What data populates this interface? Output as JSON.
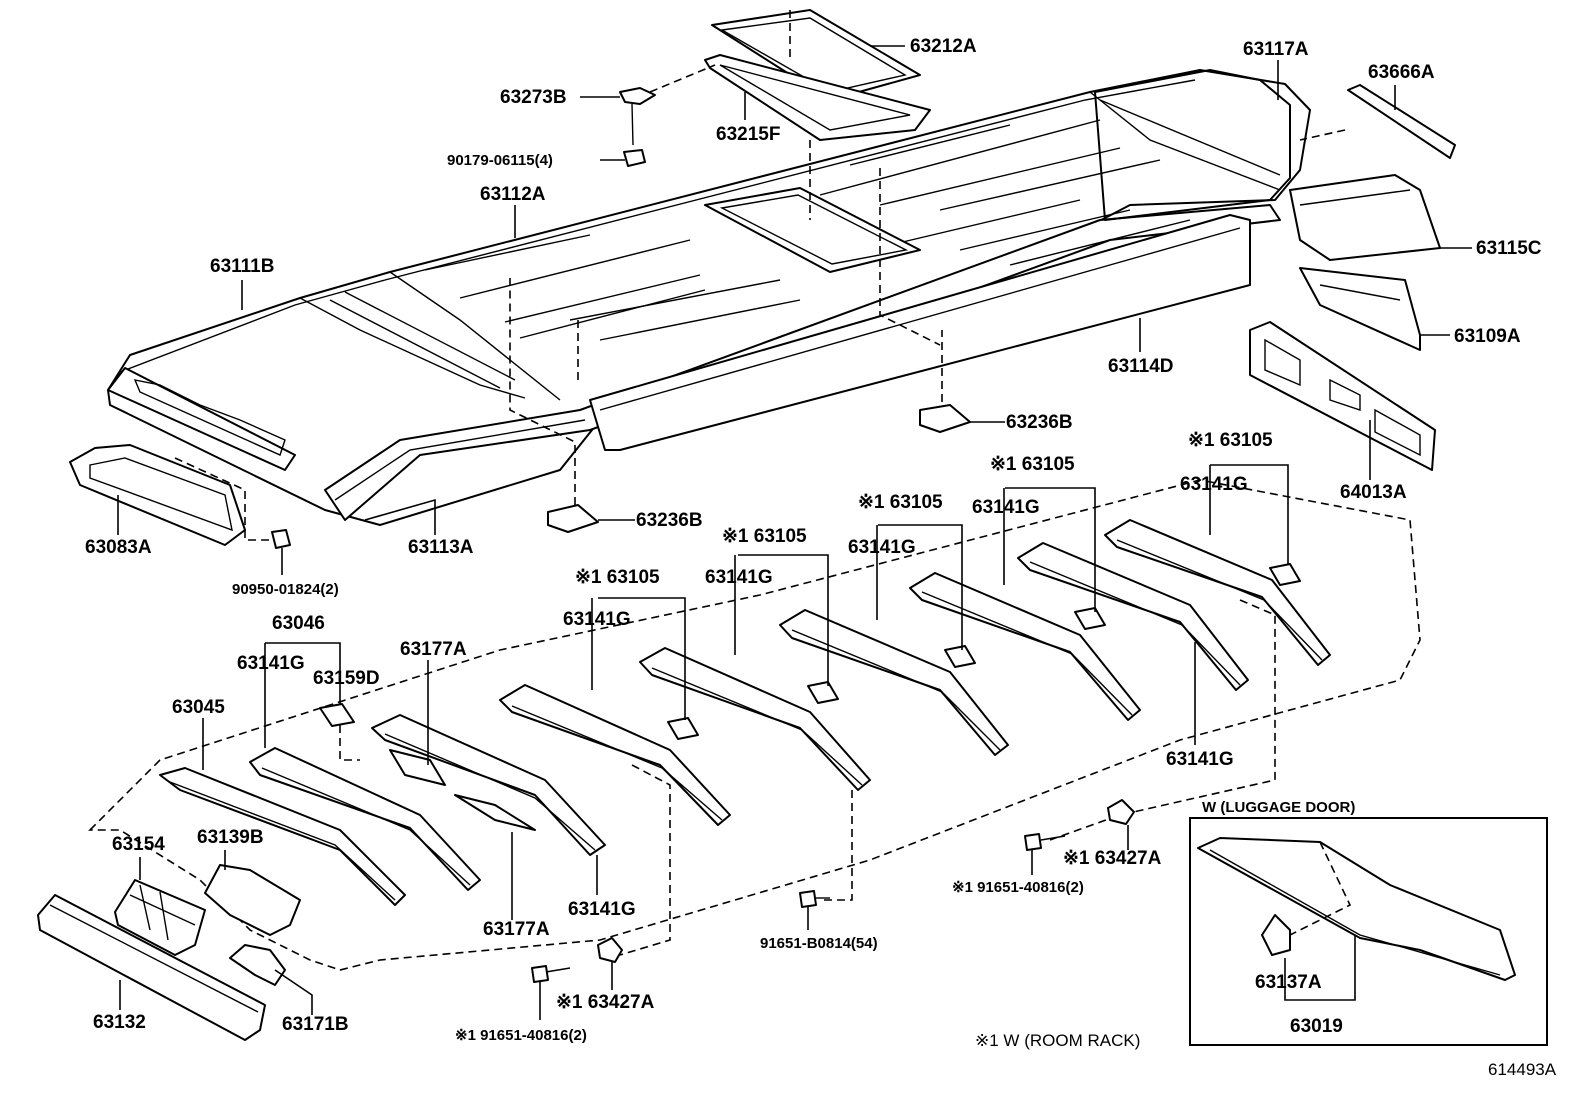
{
  "labels": {
    "p63212A": "63212A",
    "p63273B": "63273B",
    "p63215F": "63215F",
    "p90179": "90179-06115(4)",
    "p63112A": "63112A",
    "p63111B": "63111B",
    "p63117A": "63117A",
    "p63666A": "63666A",
    "p63115C": "63115C",
    "p63109A": "63109A",
    "p63114D": "63114D",
    "p63236B_1": "63236B",
    "p63236B_2": "63236B",
    "p64013A": "64013A",
    "p63083A": "63083A",
    "p63113A": "63113A",
    "p90950": "90950-01824(2)",
    "p63105_1": "※1 63105",
    "p63105_2": "※1 63105",
    "p63105_3": "※1 63105",
    "p63105_4": "※1 63105",
    "p63105_5": "※1 63105",
    "p63141G_1": "63141G",
    "p63141G_2": "63141G",
    "p63141G_3": "63141G",
    "p63141G_4": "63141G",
    "p63141G_5": "63141G",
    "p63141G_6": "63141G",
    "p63141G_7": "63141G",
    "p63141G_8": "63141G",
    "p63046": "63046",
    "p63159D": "63159D",
    "p63177A_1": "63177A",
    "p63177A_2": "63177A",
    "p63045": "63045",
    "p63154": "63154",
    "p63139B": "63139B",
    "p63132": "63132",
    "p63171B": "63171B",
    "p63427A_1": "※1 63427A",
    "p63427A_2": "※1 63427A",
    "p91651_40816_1": "※1 91651-40816(2)",
    "p91651_40816_2": "※1 91651-40816(2)",
    "p91651_B0814": "91651-B0814(54)",
    "p63137A": "63137A",
    "p63019": "63019"
  },
  "inset": {
    "title": "W (LUGGAGE DOOR)"
  },
  "footnote": "※1 W (ROOM RACK)",
  "drawing_number": "614493A"
}
